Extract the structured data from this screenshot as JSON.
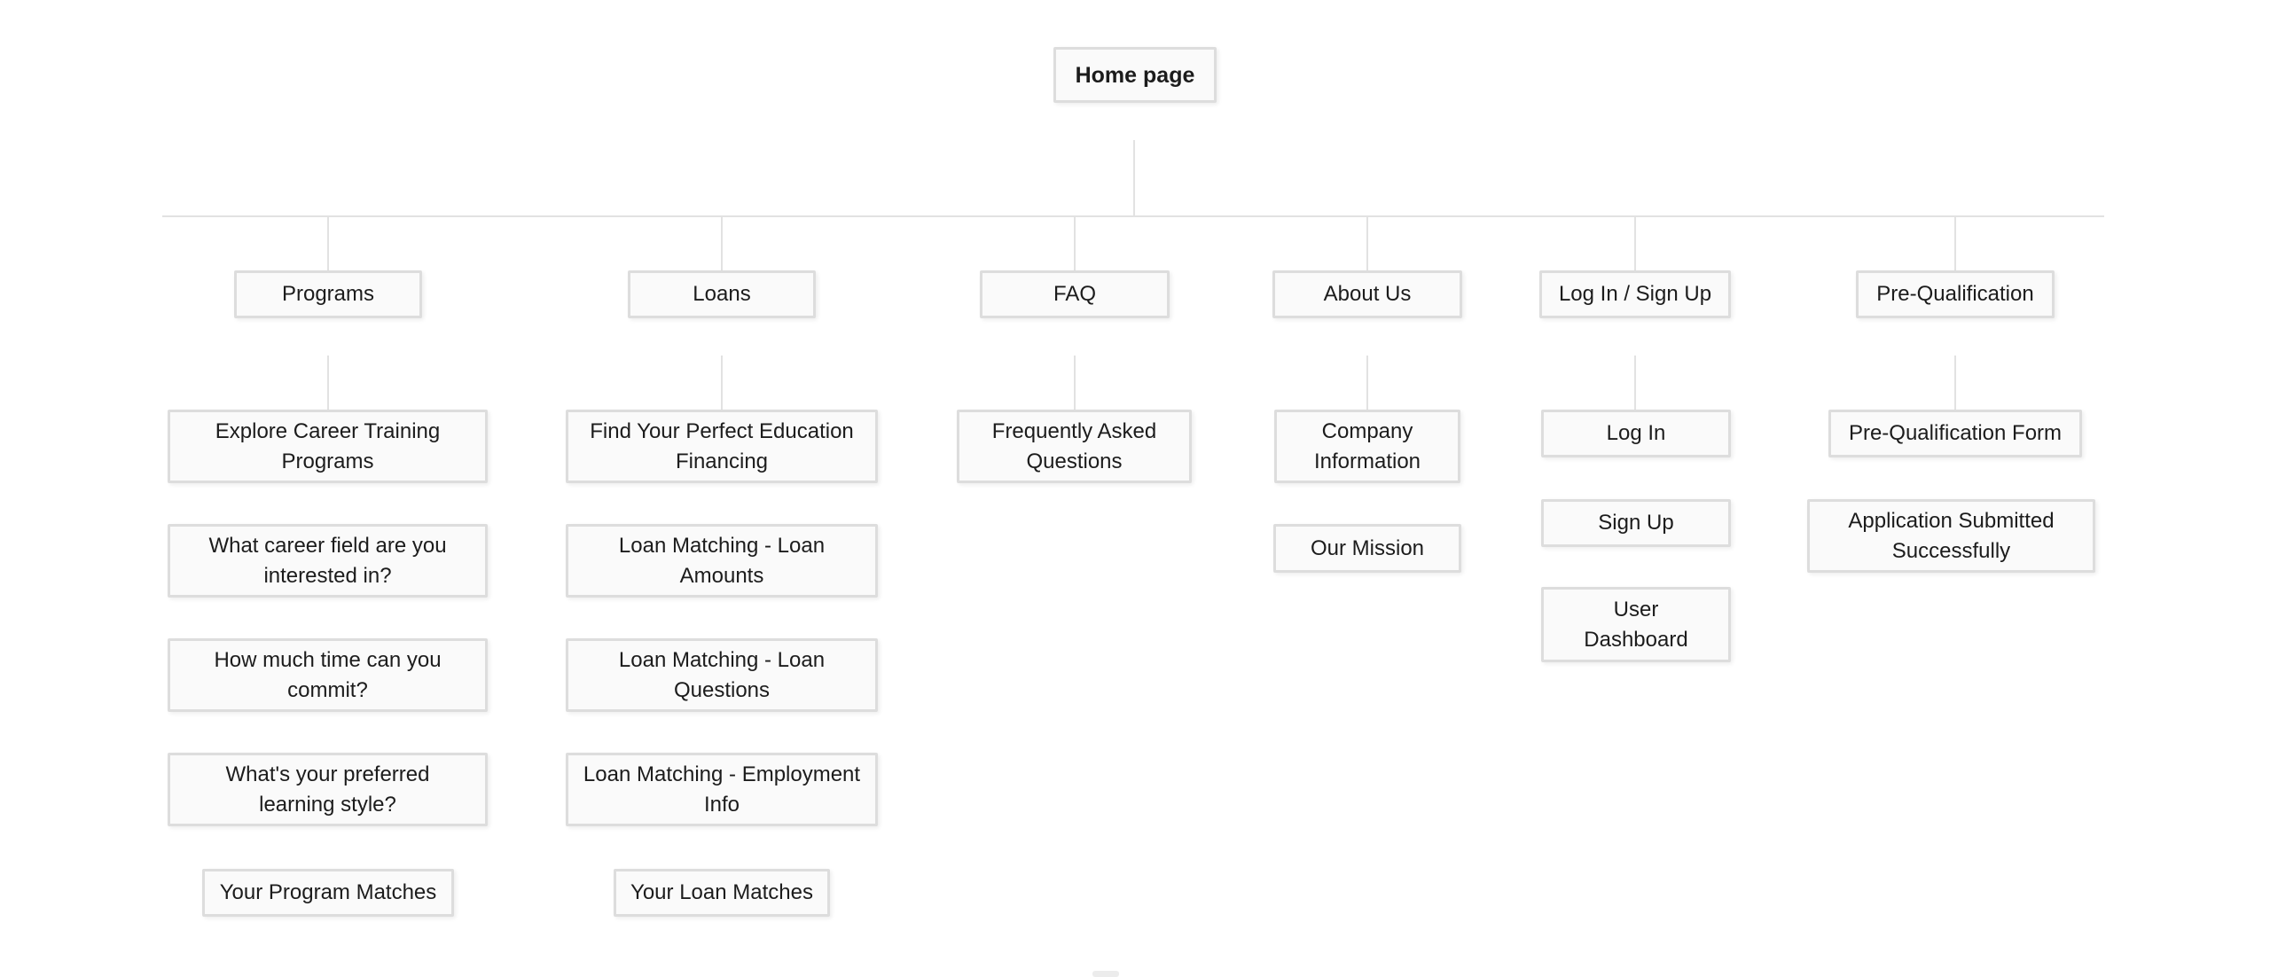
{
  "theme": {
    "canvas_bg": "#ffffff",
    "node_bg": "#fafafa",
    "node_border": "#dddddd",
    "connector": "#e2e2e2",
    "text": "#1c1c1c"
  },
  "sitemap": {
    "root": {
      "label": "Home page"
    },
    "sections": [
      {
        "title": "Programs",
        "pages": [
          "Explore Career Training\nPrograms",
          "What career field are you\ninterested in?",
          "How much time can you\ncommit?",
          "What's your preferred\nlearning style?",
          "Your Program Matches"
        ]
      },
      {
        "title": "Loans",
        "pages": [
          "Find Your Perfect Education\nFinancing",
          "Loan Matching - Loan\nAmounts",
          "Loan Matching - Loan\nQuestions",
          "Loan Matching - Employment\nInfo",
          "Your Loan Matches"
        ]
      },
      {
        "title": "FAQ",
        "pages": [
          "Frequently Asked\nQuestions"
        ]
      },
      {
        "title": "About Us",
        "pages": [
          "Company\nInformation",
          "Our Mission"
        ]
      },
      {
        "title": "Log In / Sign Up",
        "pages": [
          "Log In",
          "Sign Up",
          "User\nDashboard"
        ]
      },
      {
        "title": "Pre-Qualification",
        "pages": [
          "Pre-Qualification Form",
          "Application Submitted\nSuccessfully"
        ]
      }
    ]
  }
}
